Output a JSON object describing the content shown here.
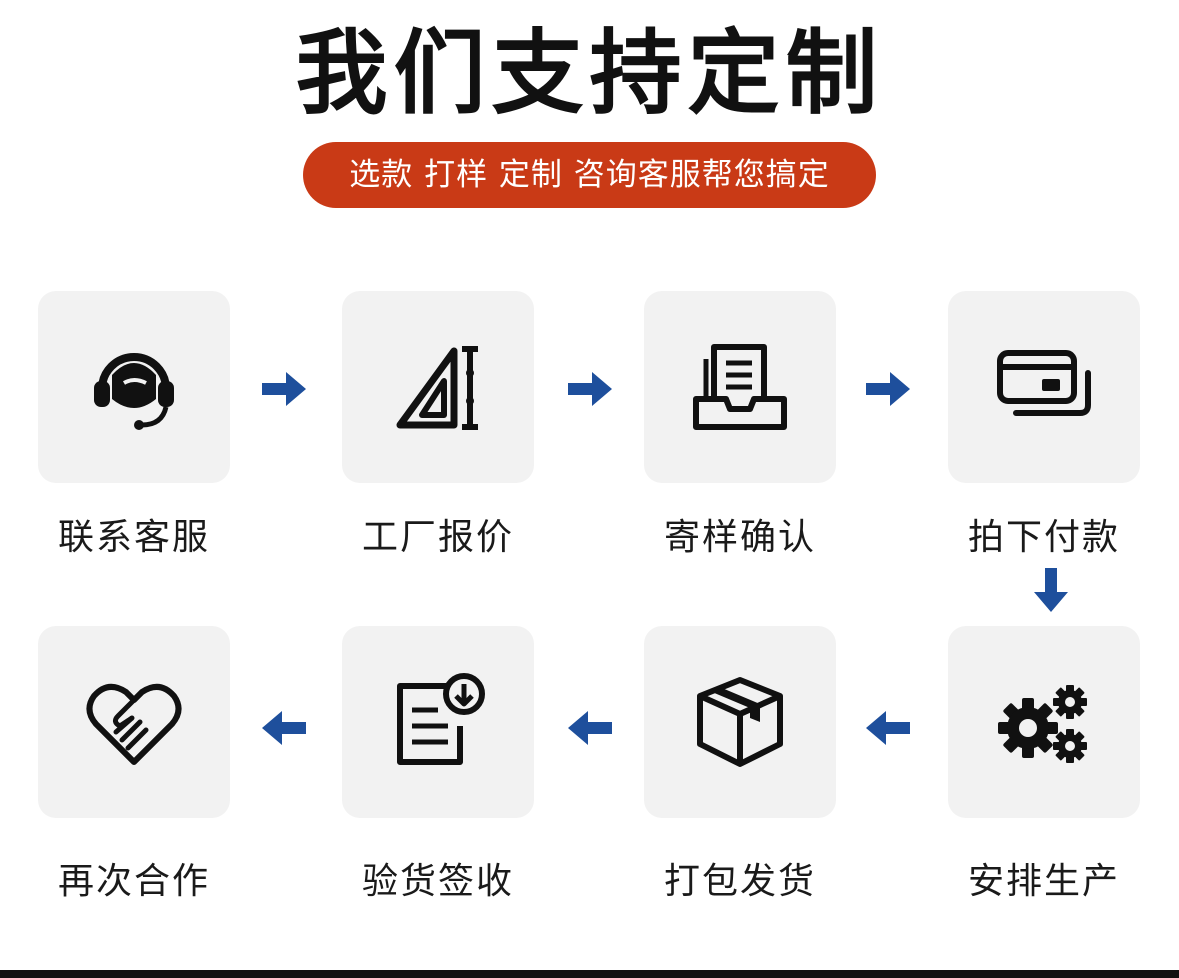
{
  "header": {
    "title": "我们支持定制",
    "subtitle": "选款 打样 定制 咨询客服帮您搞定"
  },
  "steps": [
    {
      "label": "联系客服",
      "icon": "headset-icon"
    },
    {
      "label": "工厂报价",
      "icon": "ruler-triangle-icon"
    },
    {
      "label": "寄样确认",
      "icon": "document-tray-icon"
    },
    {
      "label": "拍下付款",
      "icon": "credit-card-icon"
    },
    {
      "label": "安排生产",
      "icon": "gears-icon"
    },
    {
      "label": "打包发货",
      "icon": "package-box-icon"
    },
    {
      "label": "验货签收",
      "icon": "document-download-icon"
    },
    {
      "label": "再次合作",
      "icon": "heart-handshake-icon"
    }
  ],
  "colors": {
    "accent": "#c93a16",
    "arrow": "#1e4f9c",
    "card_bg": "#f2f2f2",
    "text": "#1a1a1a"
  }
}
